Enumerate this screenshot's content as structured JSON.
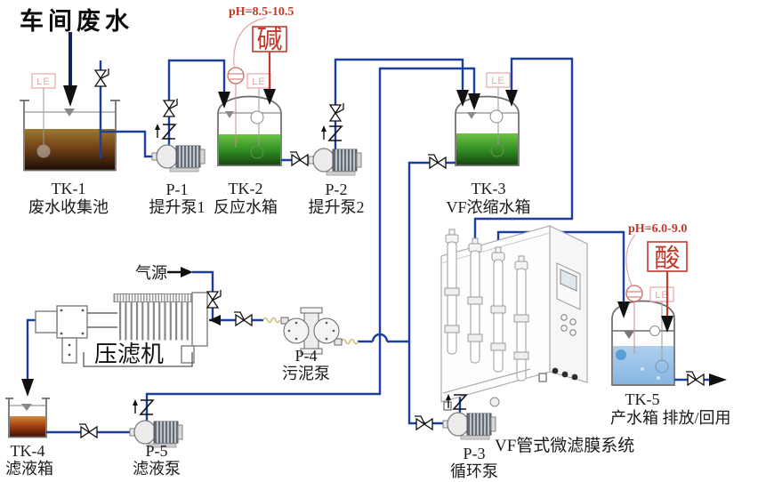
{
  "diagram": {
    "title": "车间废水",
    "air_source": "气源",
    "filter_press": "压滤机",
    "vf_system": "VF管式微滤膜系统",
    "sensor_label": "LE",
    "alkali": {
      "ph": "pH=8.5-10.5",
      "label": "碱"
    },
    "acid": {
      "ph": "pH=6.0-9.0",
      "label": "酸"
    },
    "tanks": [
      {
        "id": "TK-1",
        "name": "废水收集池"
      },
      {
        "id": "TK-2",
        "name": "反应水箱"
      },
      {
        "id": "TK-3",
        "name": "VF浓缩水箱"
      },
      {
        "id": "TK-4",
        "name": "滤液箱"
      },
      {
        "id": "TK-5",
        "name": "产水箱 排放/回用"
      }
    ],
    "pumps": [
      {
        "id": "P-1",
        "name": "提升泵1"
      },
      {
        "id": "P-2",
        "name": "提升泵2"
      },
      {
        "id": "P-3",
        "name": "循环泵"
      },
      {
        "id": "P-4",
        "name": "污泥泵"
      },
      {
        "id": "P-5",
        "name": "滤液泵"
      }
    ],
    "colors": {
      "pipe_blue": "#1d3f9c",
      "dosing_red": "#c23b2e",
      "sensor_pink": "#e2a8a4",
      "reaction_green_top": "#6cc443",
      "reaction_green_bottom": "#17470f",
      "waste_brown_top": "#9a7a33",
      "waste_brown_bottom": "#1d0d04",
      "product_blue": "#9cc6ea"
    }
  }
}
